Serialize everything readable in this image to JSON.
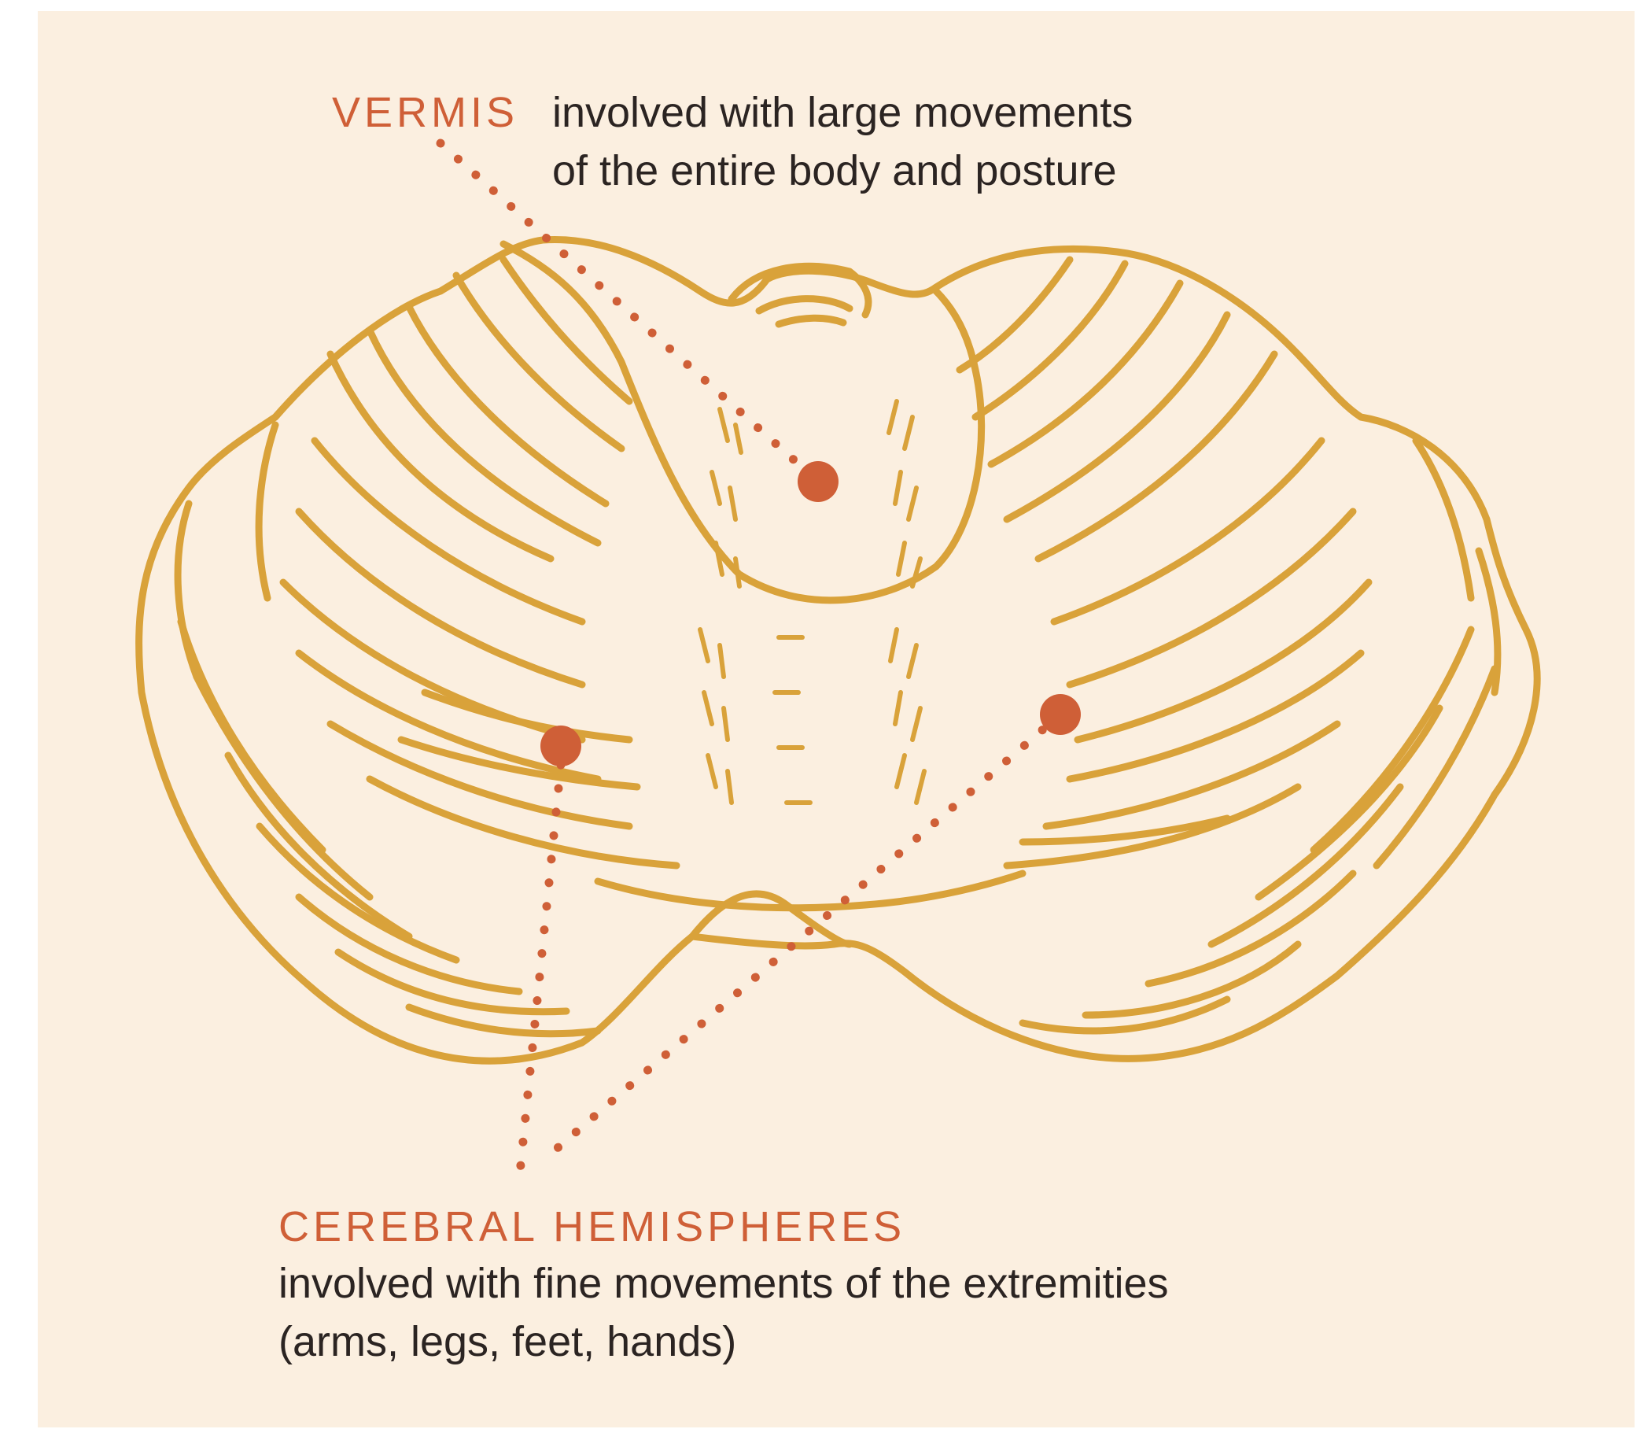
{
  "labels": {
    "vermis": {
      "title": "VERMIS",
      "desc_line1": "involved with large movements",
      "desc_line2": "of the entire body and posture"
    },
    "hemispheres": {
      "title": "CEREBRAL HEMISPHERES",
      "desc_line1": "involved with fine movements of the extremities",
      "desc_line2": "(arms, legs, feet, hands)"
    }
  },
  "colors": {
    "background": "#fbefe0",
    "outline": "#d9a23a",
    "accent": "#cf5f37",
    "text": "#2b2422"
  }
}
